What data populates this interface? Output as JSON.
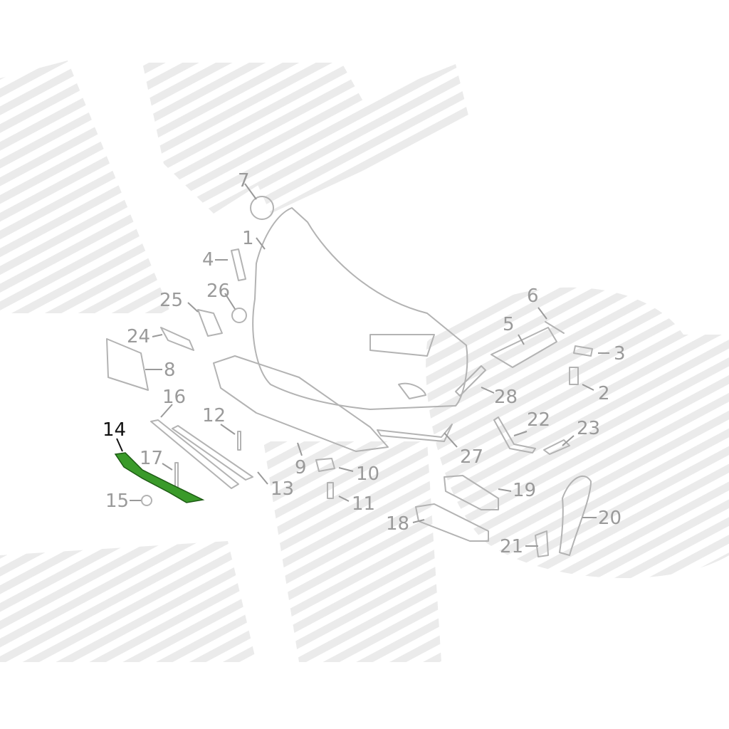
{
  "diagram": {
    "highlighted_part": "14",
    "highlight_color": "#3a9a2a",
    "line_color": "#b3b3b3",
    "label_color": "#9a9a9a",
    "watermark_color": "#e6e6e6",
    "callouts": [
      "1",
      "2",
      "3",
      "4",
      "5",
      "6",
      "7",
      "8",
      "9",
      "10",
      "11",
      "12",
      "13",
      "14",
      "15",
      "16",
      "17",
      "18",
      "19",
      "20",
      "21",
      "22",
      "23",
      "24",
      "25",
      "26",
      "27",
      "28"
    ]
  }
}
